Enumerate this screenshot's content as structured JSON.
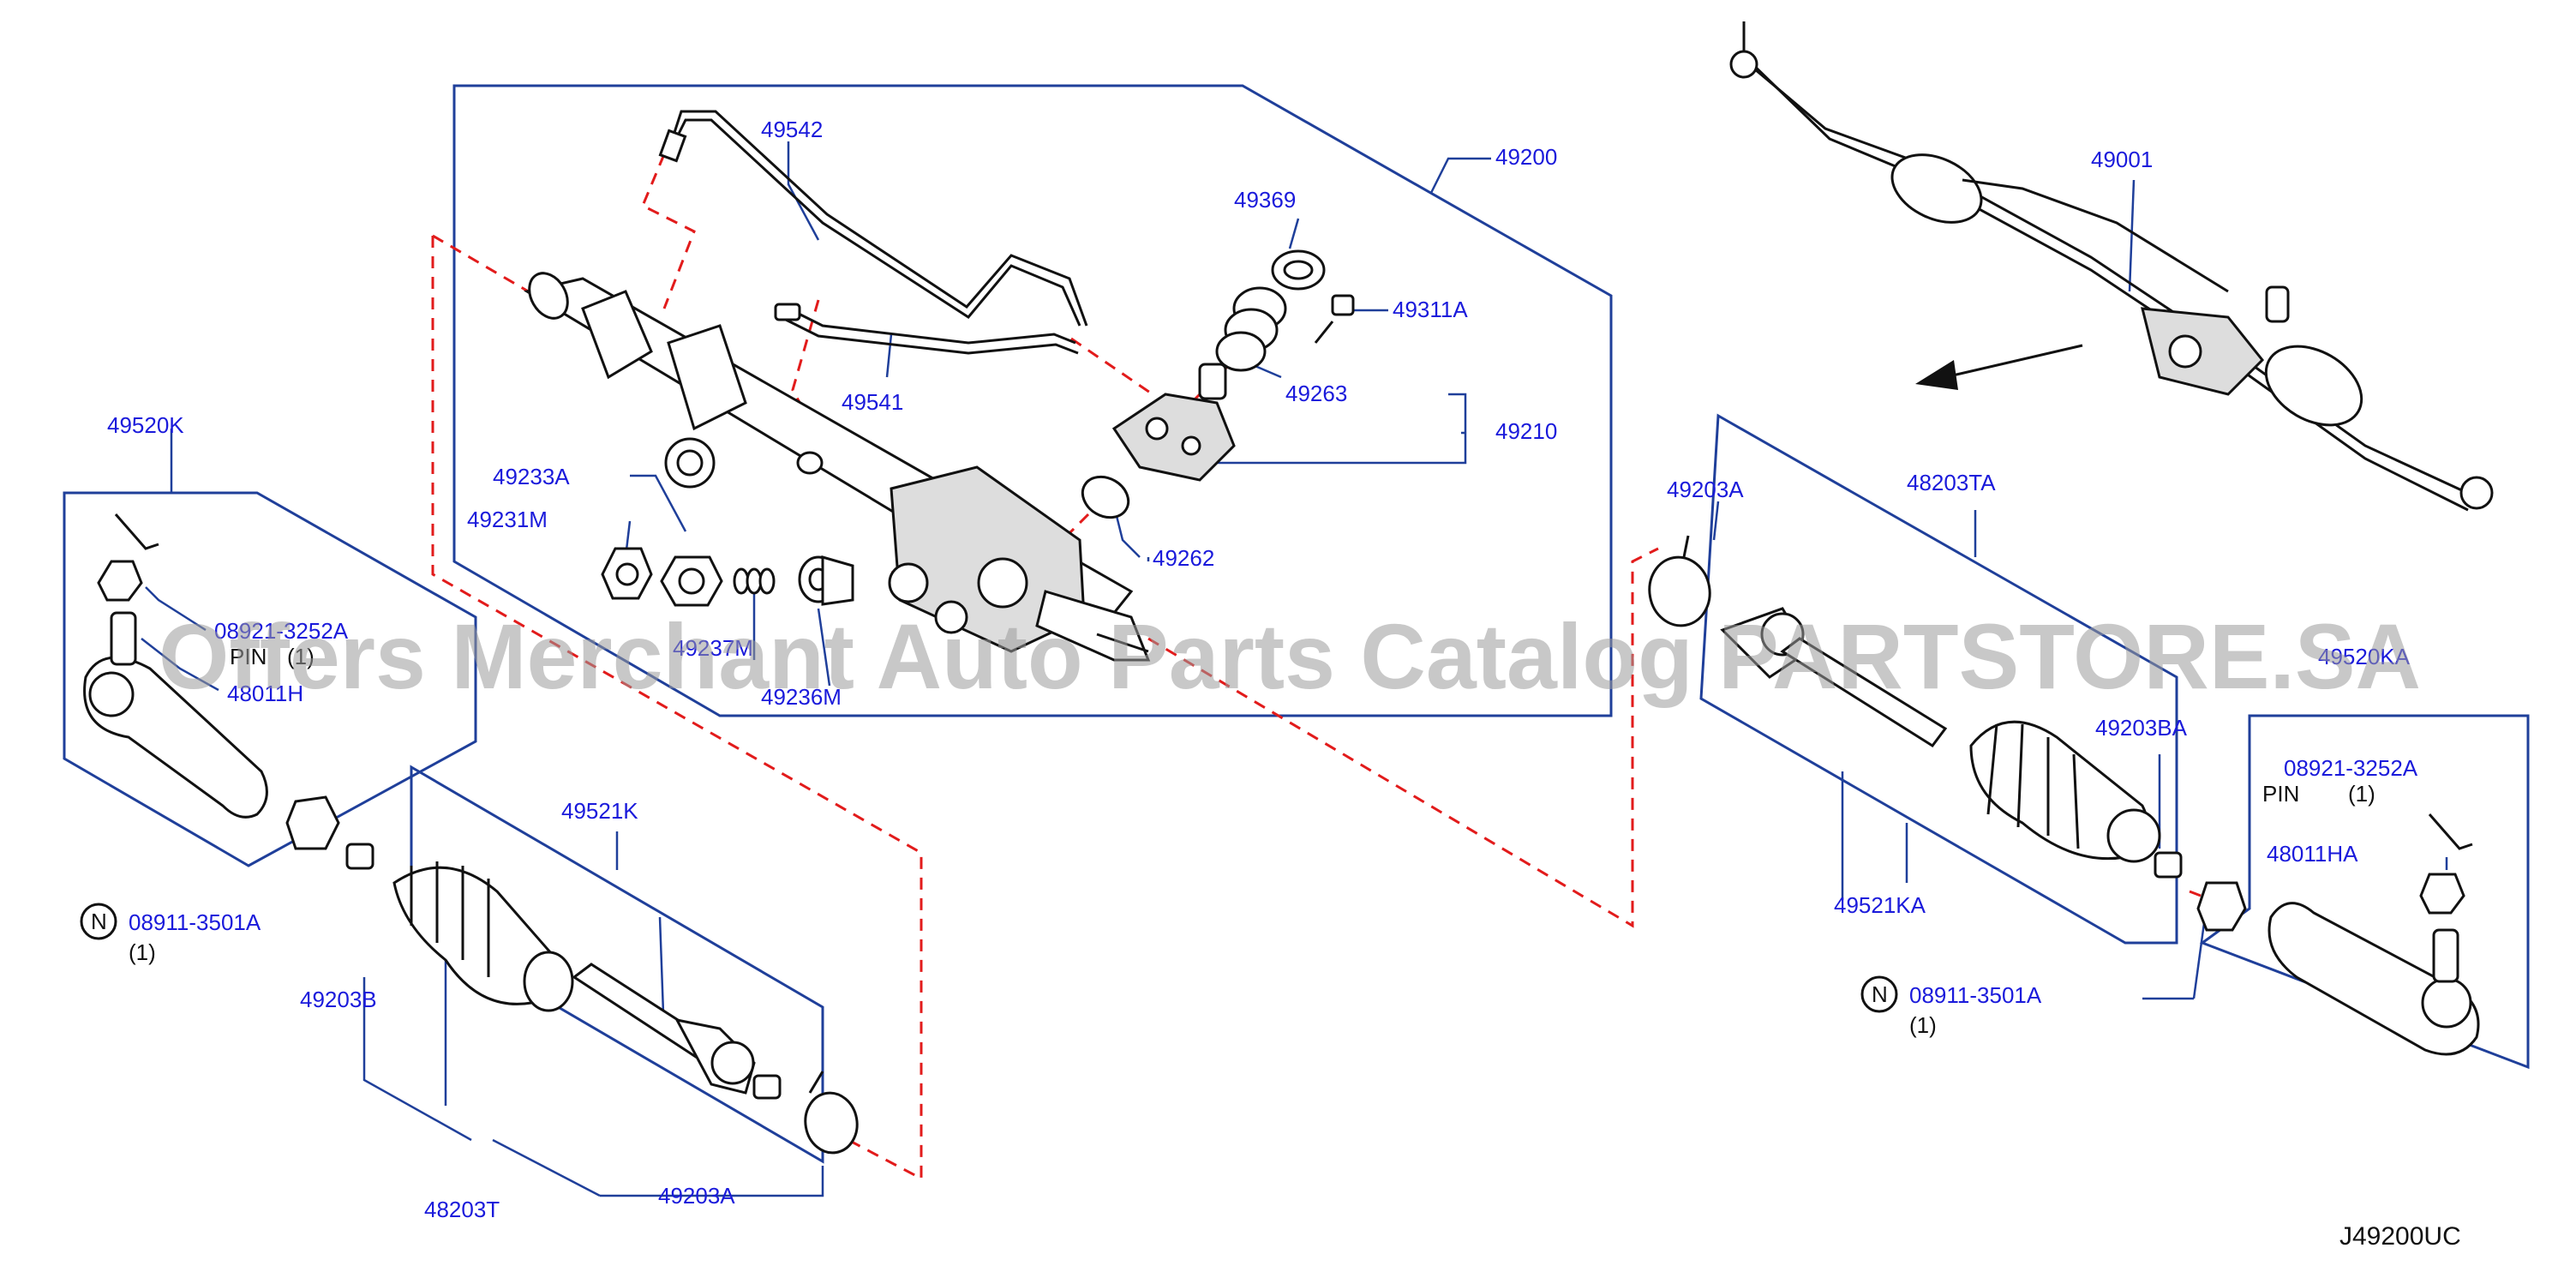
{
  "labels": {
    "p49542": "49542",
    "p49200": "49200",
    "p49369": "49369",
    "p49311A": "49311A",
    "p49263": "49263",
    "p49210": "49210",
    "p49541": "49541",
    "p49262": "49262",
    "p49233A": "49233A",
    "p49231M": "49231M",
    "p49237M": "49237M",
    "p49236M": "49236M",
    "p49520K": "49520K",
    "p08921L": "08921-3252A",
    "pinL": "PIN",
    "pinCountL": "(1)",
    "p48011H": "48011H",
    "p49521K": "49521K",
    "n08911L": "08911-3501A",
    "n08911Lcount": "(1)",
    "p49203B": "49203B",
    "p48203T": "48203T",
    "p49203A_L": "49203A",
    "p49001": "49001",
    "p49203A_R": "49203A",
    "p48203TA": "48203TA",
    "p49520KA": "49520KA",
    "p49203BA": "49203BA",
    "p08921R": "08921-3252A",
    "pinR": "PIN",
    "pinCountR": "(1)",
    "p48011HA": "48011HA",
    "p49521KA": "49521KA",
    "n08911R": "08911-3501A",
    "n08911Rcount": "(1)",
    "nutSymbol": "N"
  },
  "diagram_code": "J49200UC",
  "watermark": "Offers Merchant Auto Parts Catalog PARTSTORE.SA",
  "colors": {
    "label": "#1a1adb",
    "frame": "#1f3f9a",
    "dashed_link": "#e21b1b",
    "part_outline": "#111111",
    "watermark": "#9a9a9a"
  }
}
